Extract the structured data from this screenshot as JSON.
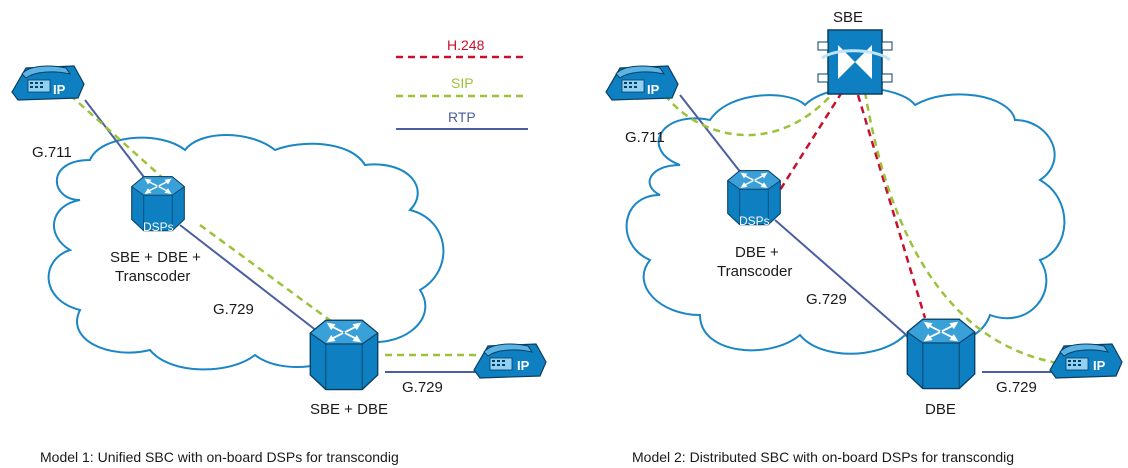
{
  "legend": {
    "h248": "H.248",
    "sip": "SIP",
    "rtp": "RTP"
  },
  "colors": {
    "h248": "#c8102e",
    "sip": "#9cc23a",
    "rtp": "#4b5fa0",
    "cloud_stroke": "#1b86c6",
    "device_fill": "#0e7fc1"
  },
  "model1": {
    "codec_phone1": "G.711",
    "router1_label_line1": "SBE + DBE +",
    "router1_label_line2": "Transcoder",
    "router1_badge": "DSPs",
    "codec_middle": "G.729",
    "router2_label": "SBE + DBE",
    "codec_phone2": "G.729",
    "phone_badge": "IP",
    "caption": "Model 1: Unified SBC with on-board DSPs for transcondig"
  },
  "model2": {
    "sbe_label": "SBE",
    "codec_phone1": "G.711",
    "router1_label_line1": "DBE +",
    "router1_label_line2": "Transcoder",
    "router1_badge": "DSPs",
    "codec_middle": "G.729",
    "router2_label": "DBE",
    "codec_phone2": "G.729",
    "phone_badge": "IP",
    "caption": "Model 2: Distributed SBC with on-board DSPs for transcondig"
  }
}
